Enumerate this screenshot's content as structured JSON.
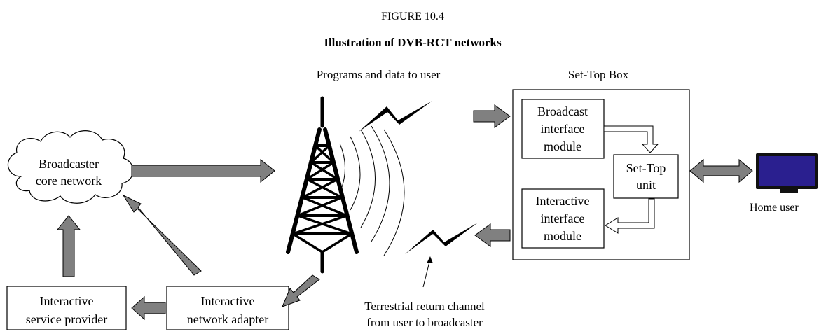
{
  "figure": {
    "number": "FIGURE 10.4",
    "title": "Illustration of DVB-RCT networks"
  },
  "labels": {
    "programs_to_user": "Programs and data to user",
    "settop_box": "Set-Top Box",
    "home_user": "Home user",
    "return_channel": [
      "Terrestrial return channel",
      "from user to broadcaster"
    ]
  },
  "nodes": {
    "broadcaster_core": [
      "Broadcaster",
      "core network"
    ],
    "interactive_service_provider": [
      "Interactive",
      "service provider"
    ],
    "interactive_network_adapter": [
      "Interactive",
      "network adapter"
    ],
    "broadcast_interface_module": [
      "Broadcast",
      "interface",
      "module"
    ],
    "interactive_interface_module": [
      "Interactive",
      "interface",
      "module"
    ],
    "settop_unit": [
      "Set-Top",
      "unit"
    ]
  },
  "colors": {
    "arrow_fill": "#808080",
    "stroke": "#000000",
    "tv_screen": "#2a1f8f",
    "tv_frame": "#111111"
  },
  "icons": [
    "transmission-tower-icon",
    "lightning-zigzag-icon",
    "television-icon",
    "cloud-icon"
  ]
}
